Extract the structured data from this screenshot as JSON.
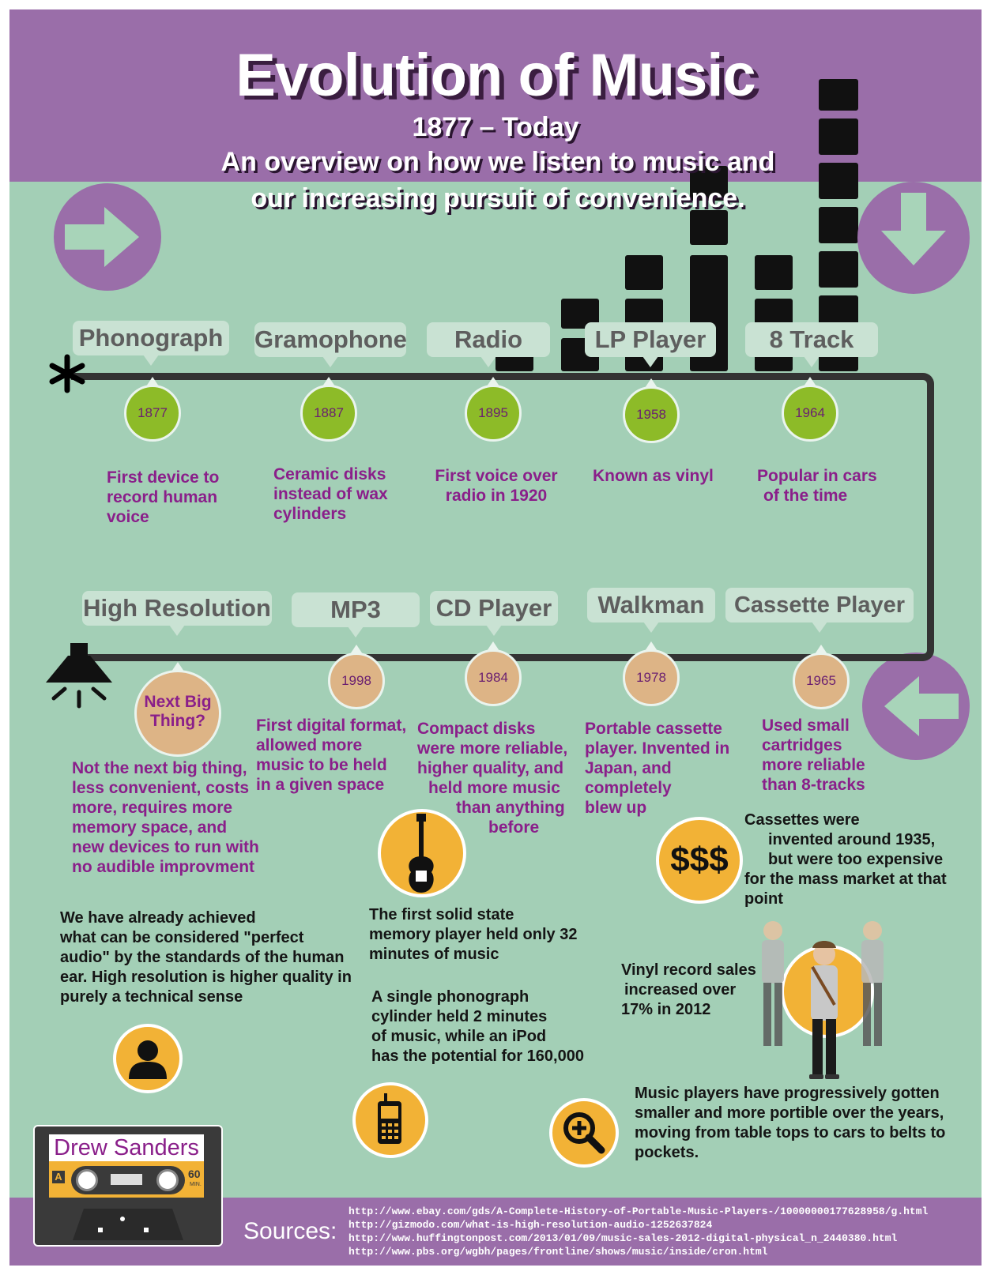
{
  "header": {
    "title": "Evolution of Music",
    "years": "1877 – Today",
    "subtitle_line1": "An overview on how we listen to music and",
    "subtitle_line2": "our increasing pursuit of convenience."
  },
  "timeline_top": [
    {
      "label": "Phonograph",
      "year": "1877",
      "line1": "First device to",
      "line2": "record human",
      "line3": "voice"
    },
    {
      "label": "Gramophone",
      "year": "1887",
      "line1": "Ceramic disks",
      "line2": "instead of wax",
      "line3": "cylinders"
    },
    {
      "label": "Radio",
      "year": "1895",
      "line1": "First voice over",
      "line2": "radio in 1920",
      "line3": ""
    },
    {
      "label": "LP Player",
      "year": "1958",
      "line1": "Known as vinyl",
      "line2": "",
      "line3": ""
    },
    {
      "label": "8 Track",
      "year": "1964",
      "line1": "Popular in cars",
      "line2": "of the time",
      "line3": ""
    }
  ],
  "timeline_bottom": [
    {
      "label": "High Resolution",
      "year": "Next Big Thing?"
    },
    {
      "label": "MP3",
      "year": "1998"
    },
    {
      "label": "CD Player",
      "year": "1984"
    },
    {
      "label": "Walkman",
      "year": "1978"
    },
    {
      "label": "Cassette Player",
      "year": "1965"
    }
  ],
  "bottom_desc": {
    "high_res": [
      "Not the next big thing,",
      "less convenient, costs",
      "more, requires more",
      "memory space, and",
      "new devices to run with",
      "no audible improvment"
    ],
    "mp3": [
      "First digital format,",
      "allowed more",
      "music to be held",
      "in a given space"
    ],
    "cd": [
      "Compact disks",
      "were more reliable,",
      "higher quality, and",
      "held more music",
      "than anything",
      "before"
    ],
    "walkman": [
      "Portable cassette",
      "player. Invented in",
      "Japan, and",
      "completely",
      "blew up"
    ],
    "cassette": [
      "Used small",
      "cartridges",
      "more reliable",
      "than 8-tracks"
    ]
  },
  "facts": {
    "perfect_audio": [
      "We have already achieved",
      "what can be considered \"perfect",
      "audio\" by the standards of the human",
      "ear. High resolution is higher quality in",
      "purely a technical sense"
    ],
    "solid_state": [
      "The first solid state",
      "memory player held only 32",
      "minutes of music"
    ],
    "phonograph_ipod": [
      "A single phonograph",
      "cylinder held 2 minutes",
      "of music, while an iPod",
      "has the potential for 160,000"
    ],
    "cassettes": [
      "Cassettes were",
      "invented around 1935,",
      "but were too expensive",
      "for the mass market at that",
      "point"
    ],
    "vinyl": [
      "Vinyl record sales",
      "increased over",
      "17% in 2012"
    ],
    "portable": [
      "Music players have progressively gotten",
      "smaller and more portible over the years,",
      "moving from table tops to cars to belts to",
      "pockets."
    ]
  },
  "dollar_text": "$$$",
  "cassette_label": "Drew Sanders",
  "cassette_side": "A",
  "cassette_length": "60",
  "cassette_unit": "MIN.",
  "sources_label": "Sources:",
  "sources": [
    "http://www.ebay.com/gds/A-Complete-History-of-Portable-Music-Players-/10000000177628958/g.html",
    "http://gizmodo.com/what-is-high-resolution-audio-1252637824",
    "http://www.huffingtonpost.com/2013/01/09/music-sales-2012-digital-physical_n_2440380.html",
    "http://www.pbs.org/wgbh/pages/frontline/shows/music/inside/cron.html"
  ],
  "colors": {
    "purple": "#9a6ea9",
    "mint": "#a3cfb6",
    "orange": "#f2b236",
    "green": "#8dbb28",
    "tan": "#ddb486",
    "text_purple": "#8a1f8a"
  },
  "icons": [
    "arrow-right-icon",
    "arrow-down-icon",
    "arrow-left-icon",
    "asterisk-icon",
    "lamp-icon",
    "guitar-icon",
    "dollar-icon",
    "person-icon",
    "phone-icon",
    "magnifier-icon",
    "people-illustration",
    "cassette-tape-icon"
  ]
}
